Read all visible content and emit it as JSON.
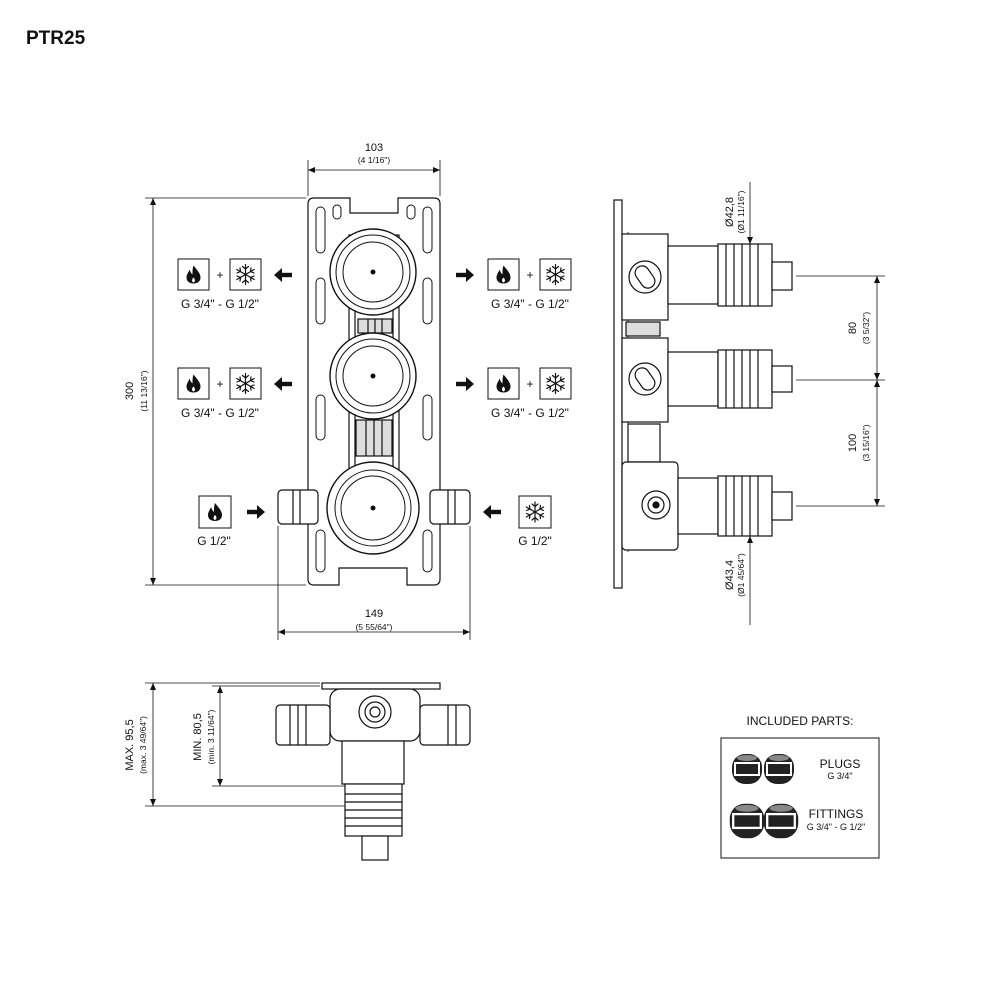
{
  "title": "PTR25",
  "front": {
    "width_mm": "103",
    "width_in": "(4 1/16\")",
    "height_mm": "300",
    "height_in": "(11 13/16\")",
    "base_mm": "149",
    "base_in": "(5 55/64\")",
    "outlet_label": "G 3/4\" - G 1/2\"",
    "inlet_hot_label": "G 1/2\"",
    "inlet_cold_label": "G 1/2\"",
    "plus": "+"
  },
  "side": {
    "dia_top_mm": "Ø42,8",
    "dia_top_in": "(Ø1 11/16\")",
    "pitch1_mm": "80",
    "pitch1_in": "(3 5/32\")",
    "pitch2_mm": "100",
    "pitch2_in": "(3 15/16\")",
    "dia_bot_mm": "Ø43,4",
    "dia_bot_in": "(Ø1 45/64\")"
  },
  "bottom": {
    "max_mm": "MAX. 95,5",
    "max_in": "(max. 3 49/64\")",
    "min_mm": "MIN. 80,5",
    "min_in": "(min. 3 11/64\")"
  },
  "parts": {
    "heading": "INCLUDED PARTS:",
    "plugs_label": "PLUGS",
    "plugs_size": "G 3/4\"",
    "fittings_label": "FITTINGS",
    "fittings_size": "G 3/4\" - G 1/2\""
  },
  "icons": [
    "flame-icon",
    "snowflake-icon",
    "arrow-icon"
  ],
  "colors": {
    "ink": "#111111",
    "background": "#ffffff"
  }
}
